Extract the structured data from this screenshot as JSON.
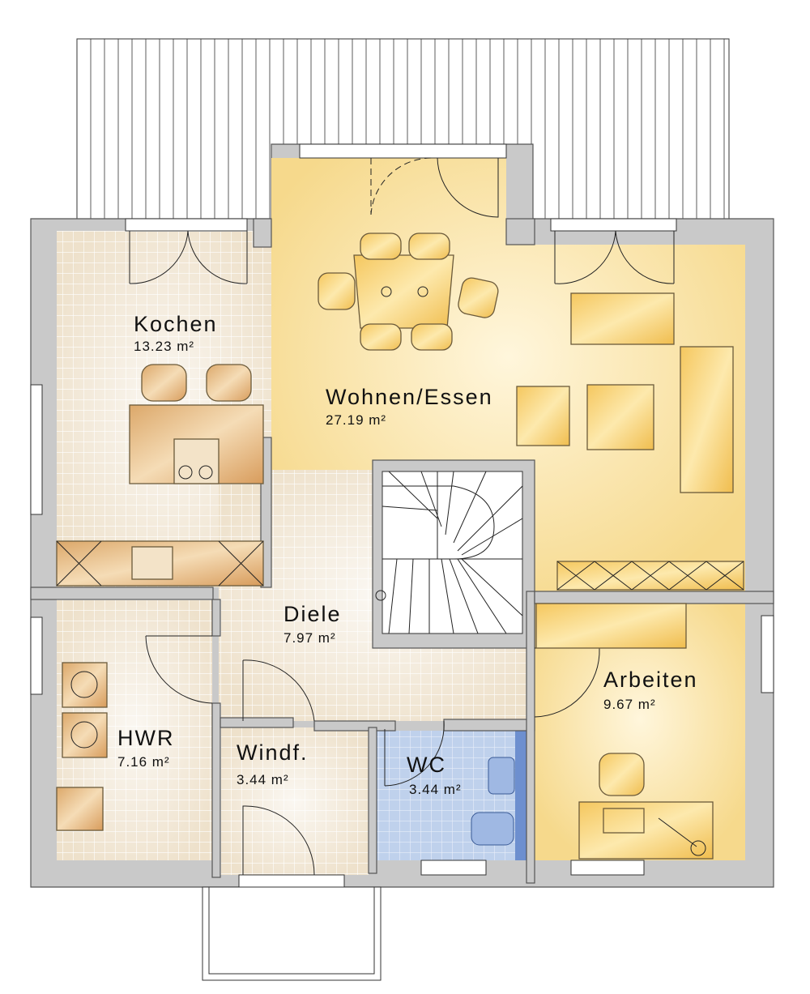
{
  "title": "Grundriss Erdgeschoss",
  "rooms": [
    {
      "name": "Kochen",
      "area": "13.23 m²"
    },
    {
      "name": "Wohnen/Essen",
      "area": "27.19 m²"
    },
    {
      "name": "Diele",
      "area": "7.97 m²"
    },
    {
      "name": "HWR",
      "area": "7.16 m²"
    },
    {
      "name": "Windf.",
      "area": "3.44 m²"
    },
    {
      "name": "WC",
      "area": "3.44 m²"
    },
    {
      "name": "Arbeiten",
      "area": "9.67 m²"
    }
  ],
  "colors": {
    "wall": "#c9c9c9",
    "tile": "#efe3cf",
    "living": "#f7dc96",
    "wc": "#bcd0ec",
    "furniture": "#e8c48a"
  }
}
